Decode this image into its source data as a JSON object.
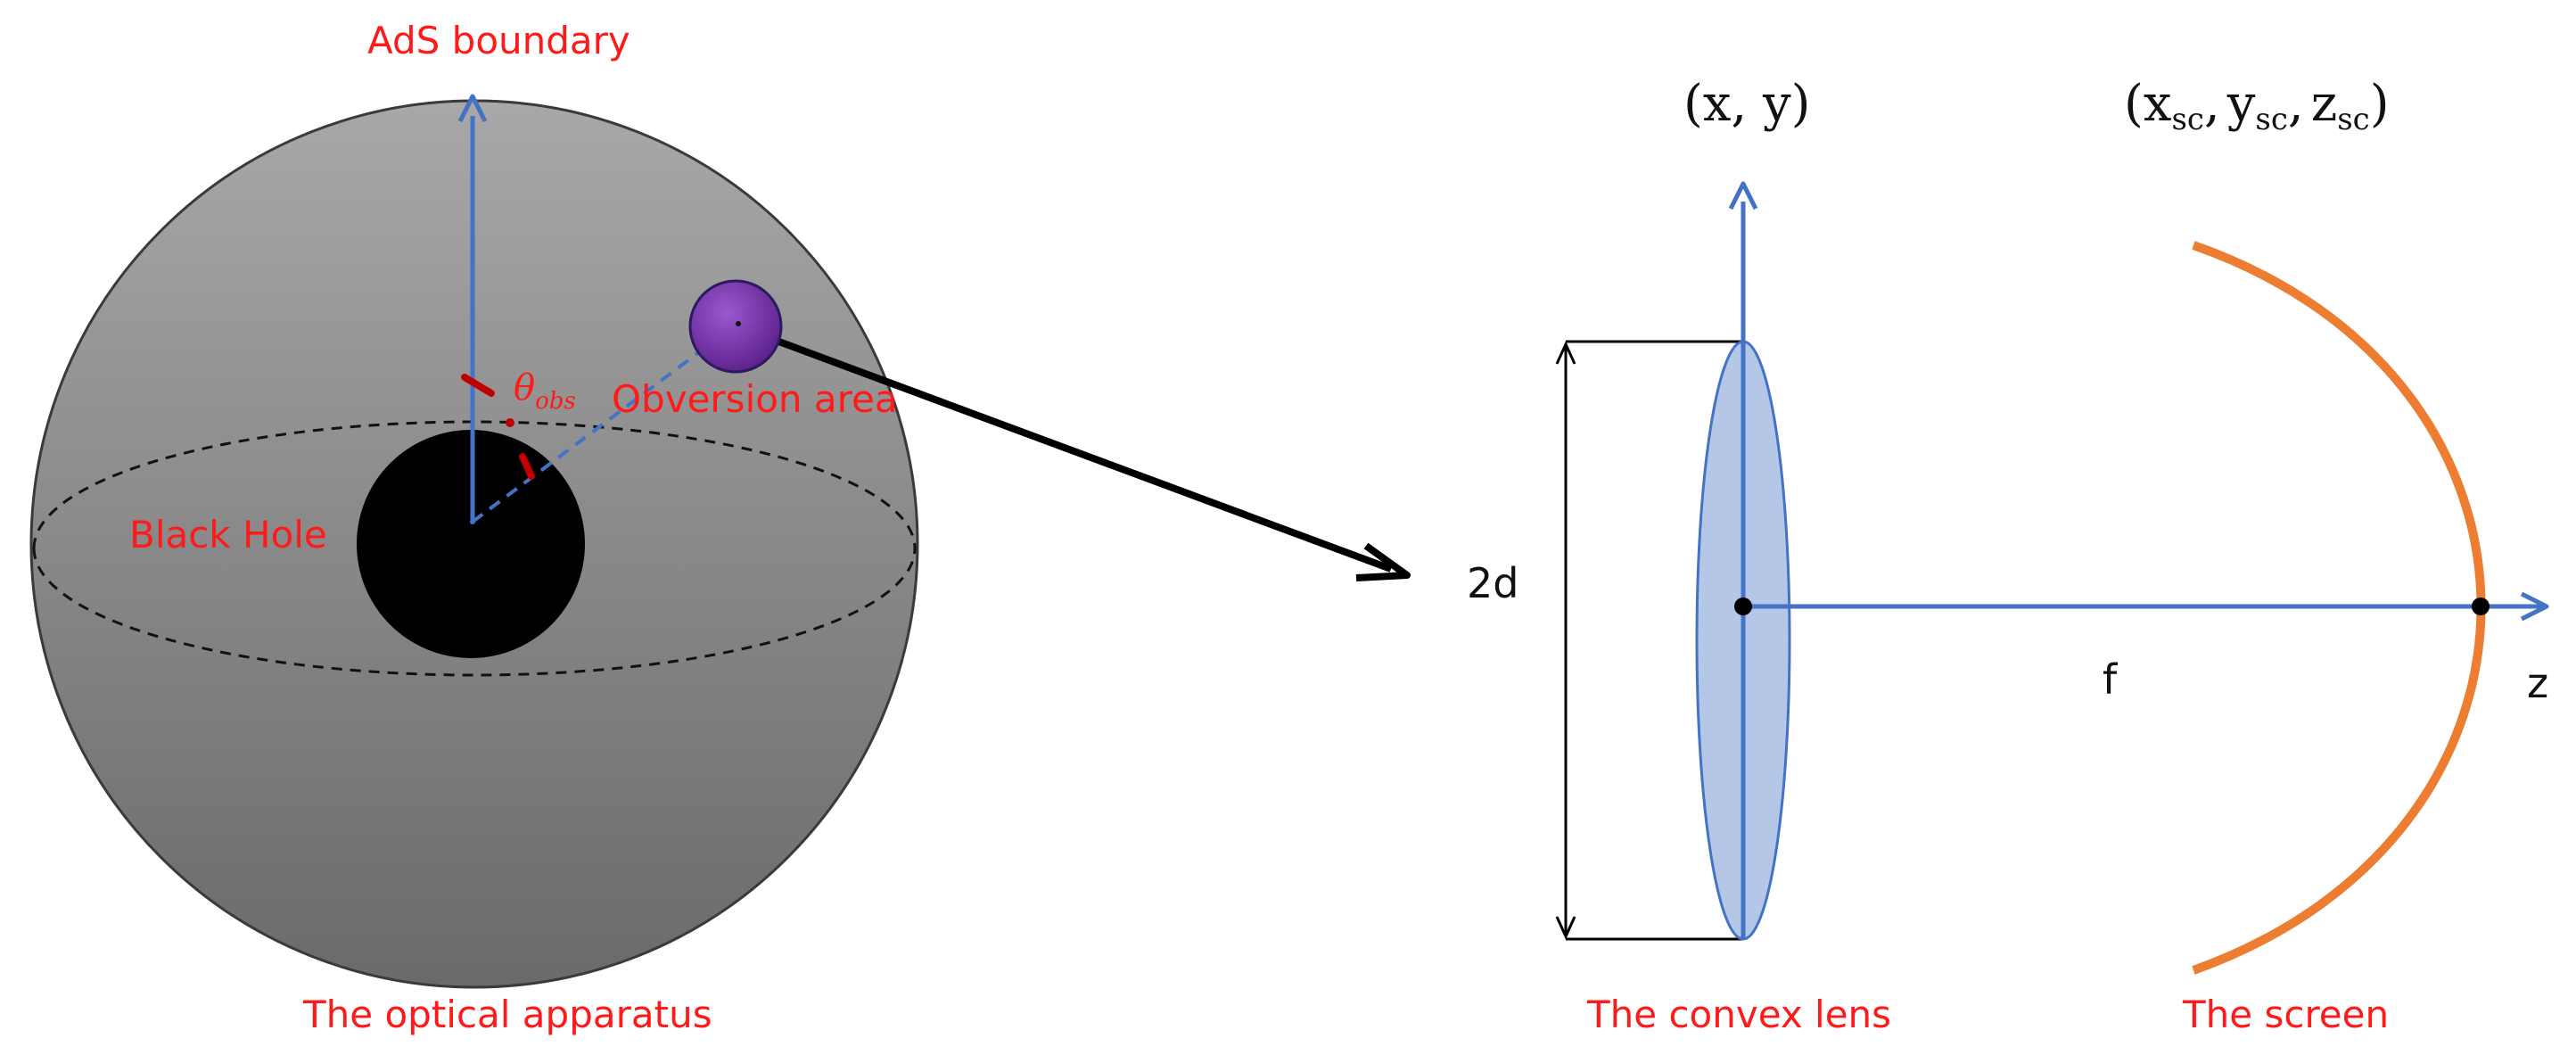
{
  "labels": {
    "ads_boundary": "AdS boundary",
    "black_hole": "Black Hole",
    "observation_area": "Obversion area",
    "theta": "θ",
    "theta_sub": "obs",
    "optical_apparatus": "The optical apparatus",
    "lens_coords": "(x, y)",
    "screen_x": "x",
    "screen_y": "y",
    "screen_z": "z",
    "sub_sc": "sc",
    "open_paren": "(",
    "close_paren": ")",
    "comma": ",",
    "diameter": "2d",
    "focal_length": "f",
    "z_axis": "z",
    "convex_lens": "The convex lens",
    "screen": "The screen"
  },
  "colors": {
    "label_red": "#ff1a1a",
    "axis_blue": "#4472c4",
    "lens_fill": "#b4c7e7",
    "screen_orange": "#ed7d31",
    "observer_purple": "#7030a0",
    "angle_mark": "#c00000"
  }
}
